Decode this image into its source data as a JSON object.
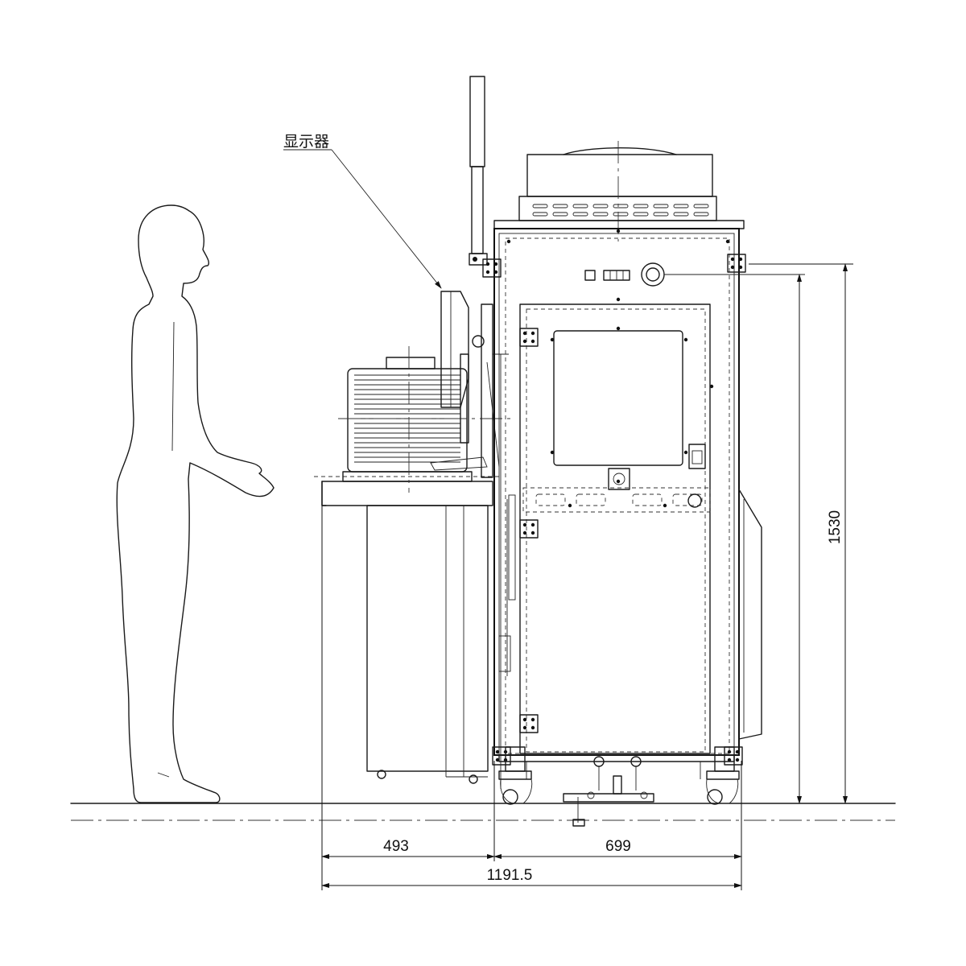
{
  "labels": {
    "monitor": "显示器"
  },
  "dimensions": {
    "width_left": "493",
    "width_right": "699",
    "width_total": "1191.5",
    "height": "1530"
  }
}
